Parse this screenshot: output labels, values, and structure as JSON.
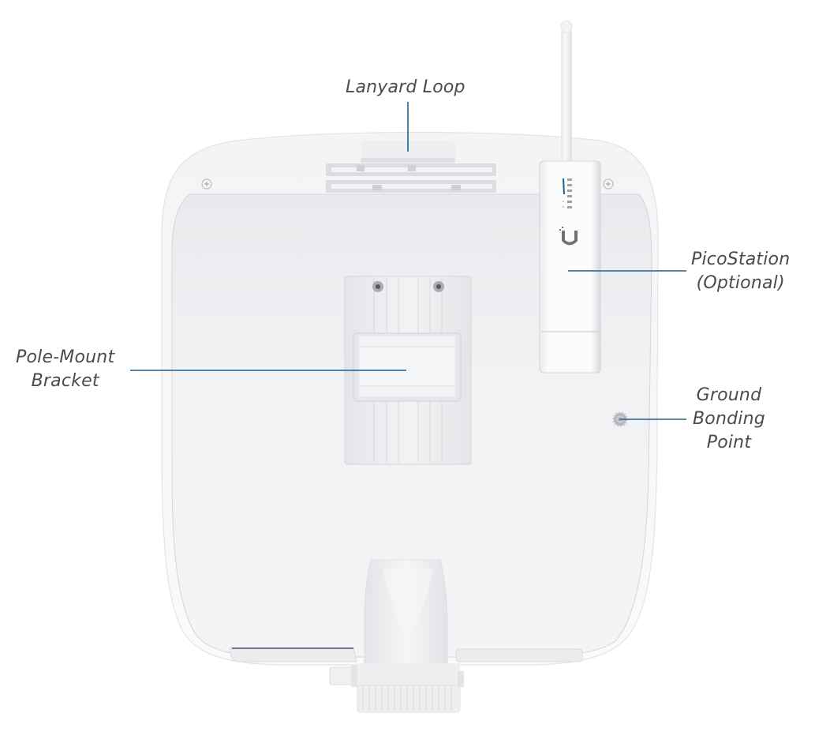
{
  "diagram": {
    "subject": "Rear view of outdoor enclosure with mounted PicoStation",
    "callouts": [
      {
        "id": "lanyard-loop",
        "lines": [
          "Lanyard Loop"
        ]
      },
      {
        "id": "picostation",
        "lines": [
          "PicoStation",
          "(Optional)"
        ]
      },
      {
        "id": "pole-mount-bracket",
        "lines": [
          "Pole-Mount",
          "Bracket"
        ]
      },
      {
        "id": "ground-bonding-point",
        "lines": [
          "Ground",
          "Bonding",
          "Point"
        ]
      }
    ],
    "colors": {
      "leader_line": "#1f5f8b",
      "label_text": "#4a4a4f",
      "enclosure_body": "#f1f2f4",
      "enclosure_rim": "#f8f8f9",
      "outline": "#d6d8dc",
      "led_active": "#1f5f8b"
    }
  }
}
